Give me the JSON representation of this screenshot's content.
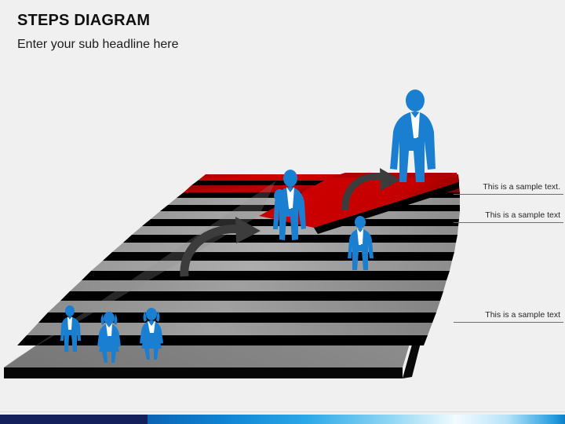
{
  "slide": {
    "title": "STEPS DIAGRAM",
    "subtitle": "Enter your sub headline here",
    "background_color": "#f0f0f0"
  },
  "callouts": [
    {
      "id": "callout-1",
      "text": "This is a sample text."
    },
    {
      "id": "callout-2",
      "text": "This is a sample text"
    },
    {
      "id": "callout-3",
      "text": "This is a sample text"
    }
  ],
  "diagram": {
    "type": "3d-staircase",
    "total_steps": 10,
    "highlighted_steps": 2,
    "highlight_color": "#cc0000",
    "step_color_top": "#a8a8a8",
    "step_color_bottom": "#7a7a7a",
    "riser_color": "#000000",
    "base_color": "#808080",
    "side_color": "#0b0b0b",
    "arrow_color": "#3c3c3c",
    "figure_color": "#1a7fd0",
    "figures": [
      {
        "name": "figure-summit-man",
        "pose": "standing",
        "size": "large"
      },
      {
        "name": "figure-midstep-man",
        "pose": "thinking",
        "size": "medium"
      },
      {
        "name": "figure-red-step-man",
        "pose": "standing",
        "size": "small"
      },
      {
        "name": "figure-ground-man",
        "pose": "standing",
        "size": "small"
      },
      {
        "name": "figure-ground-woman-1",
        "pose": "standing",
        "size": "small"
      },
      {
        "name": "figure-ground-woman-2",
        "pose": "standing",
        "size": "small"
      }
    ],
    "arrows": [
      {
        "name": "arrow-lower",
        "direction": "left-to-right-arc"
      },
      {
        "name": "arrow-upper",
        "direction": "left-to-right-arc"
      }
    ]
  },
  "footer": {
    "navy_color": "#14205c",
    "gradient_start": "#0a64b4",
    "gradient_end": "#0b7fc8"
  }
}
